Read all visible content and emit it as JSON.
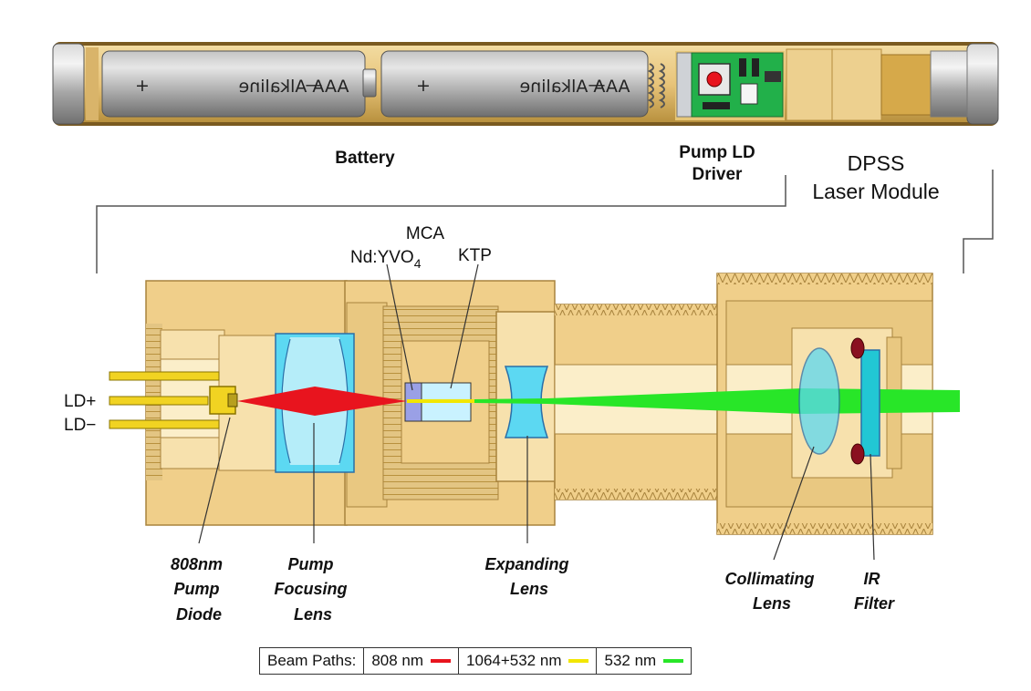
{
  "labels": {
    "battery": "Battery",
    "pump_driver_line1": "Pump LD",
    "pump_driver_line2": "Driver",
    "dpss_line1": "DPSS",
    "dpss_line2": "Laser Module",
    "mca": "MCA",
    "ndyvo4_base": "Nd:YVO",
    "ndyvo4_sub": "4",
    "ktp": "KTP",
    "ld_plus": "LD+",
    "ld_minus": "LD−",
    "pump_diode": [
      "808nm",
      "Pump",
      "Diode"
    ],
    "pump_focusing_lens": [
      "Pump",
      "Focusing",
      "Lens"
    ],
    "expanding_lens": [
      "Expanding",
      "Lens"
    ],
    "collimating_lens": [
      "Collimating",
      "Lens"
    ],
    "ir_filter": [
      "IR",
      "Filter"
    ]
  },
  "batteries": [
    {
      "plus": "+",
      "text": "AAA Alkaline",
      "minus": "—"
    },
    {
      "plus": "+",
      "text": "AAA Alkaline",
      "minus": "—"
    }
  ],
  "legend": {
    "title": "Beam Paths:",
    "items": [
      {
        "label": "808 nm",
        "color": "#e8141e"
      },
      {
        "label": "1064+532 nm",
        "color": "#f2e600"
      },
      {
        "label": "532 nm",
        "color": "#28e628"
      }
    ]
  },
  "colors": {
    "brass": "#f0cf8a",
    "brass_dark": "#c9a35a",
    "lens": "#5cd8f2",
    "beam_808": "#e8141e",
    "beam_1064_532": "#f2e600",
    "beam_532": "#28e628"
  }
}
